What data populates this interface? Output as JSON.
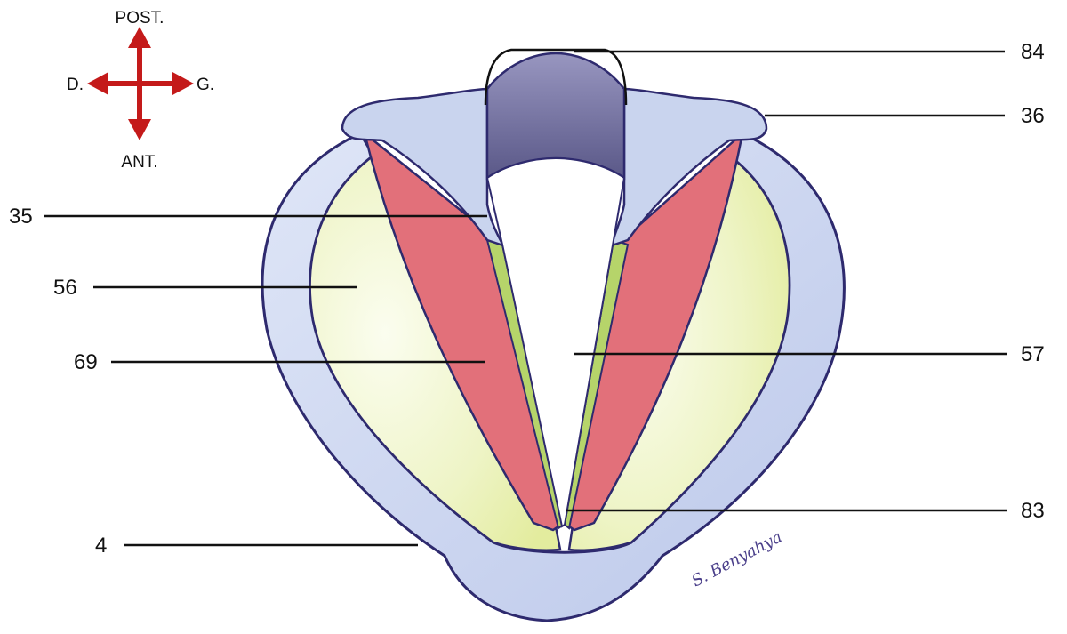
{
  "compass": {
    "top": "POST.",
    "bottom": "ANT.",
    "left": "D.",
    "right": "G.",
    "color": "#c41a1a"
  },
  "labels": [
    "84",
    "36",
    "35",
    "56",
    "69",
    "57",
    "83",
    "4"
  ],
  "signature": "S. Benyahya",
  "colors": {
    "cartilage": "#c9d4ee",
    "cartilage_outline": "#2e2a6e",
    "muscle": "#e2707a",
    "membrane": "#e6efb0",
    "vocal_fold": "#b6d46a",
    "posterior_band": "#6e6c9c"
  }
}
